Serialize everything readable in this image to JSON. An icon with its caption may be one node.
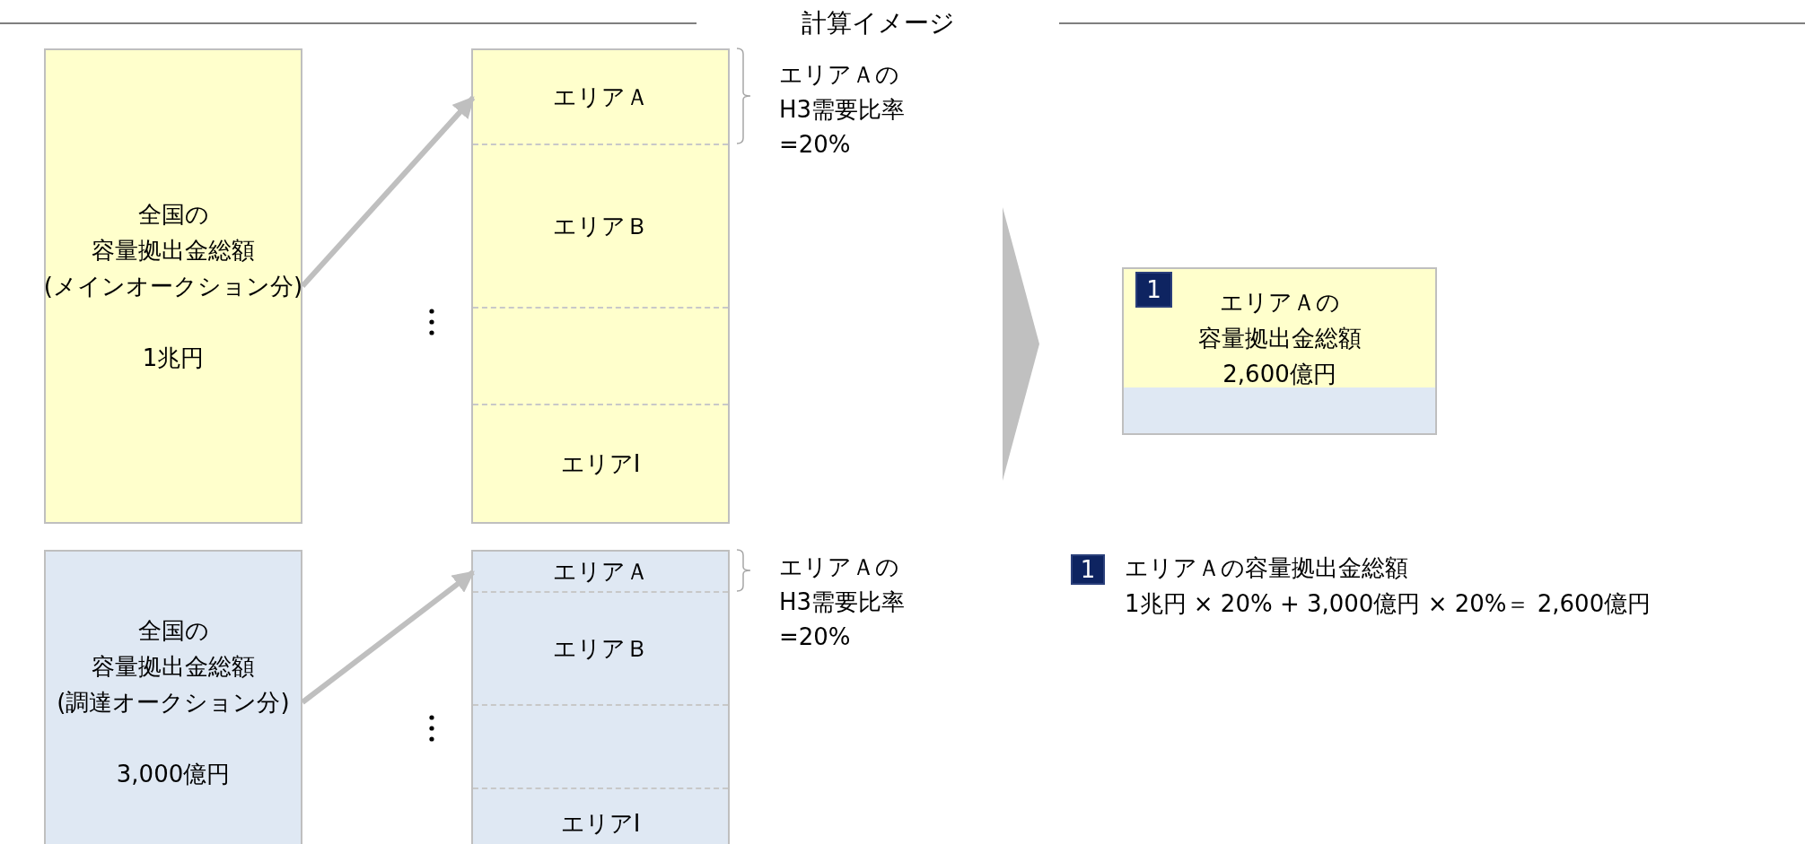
{
  "diagram": {
    "title": "計算イメージ",
    "nodes": [
      {
        "text": [
          "全国の",
          "容量拠出金総額",
          "(メインオークション分)",
          "1兆円"
        ]
      },
      {
        "text": [],
        "shape": "box"
      },
      {
        "text": [
          "エリアＡ"
        ],
        "in": 1
      },
      {
        "text": [
          "エリアＢ"
        ],
        "in": 1
      },
      {
        "text": [],
        "shape": "box",
        "in": 1
      },
      {
        "text": [
          "エリアI"
        ],
        "in": 1
      },
      {
        "text": [
          "全国の",
          "容量拠出金総額",
          "(調達オークション分)",
          "3,000億円"
        ]
      },
      {
        "text": [],
        "shape": "box"
      },
      {
        "text": [
          "エリアＡ"
        ],
        "in": 7
      },
      {
        "text": [
          "エリアＢ"
        ],
        "in": 7
      },
      {
        "text": [],
        "shape": "box",
        "in": 7
      },
      {
        "text": [
          "エリアI"
        ],
        "in": 7
      },
      {
        "text": [
          "エリアＡの",
          "容量拠出金総額",
          "2,600億円"
        ]
      },
      {
        "text": [
          "1"
        ],
        "in": 12
      },
      {
        "text": [
          "1"
        ]
      },
      {
        "text": [],
        "shape": "chevron"
      }
    ],
    "edges": [
      {
        "from": 0,
        "to": 2,
        "arrow": "to"
      },
      {
        "from": 6,
        "to": 8,
        "arrow": "to"
      }
    ],
    "labels": [
      "エリアＡの",
      "H3需要比率",
      "=20%",
      "エリアＡの",
      "H3需要比率",
      "=20%",
      "エリアＡの容量拠出金総額",
      "1兆円 × 20% + 3,000億円 × 20%＝ 2,600億円"
    ]
  }
}
